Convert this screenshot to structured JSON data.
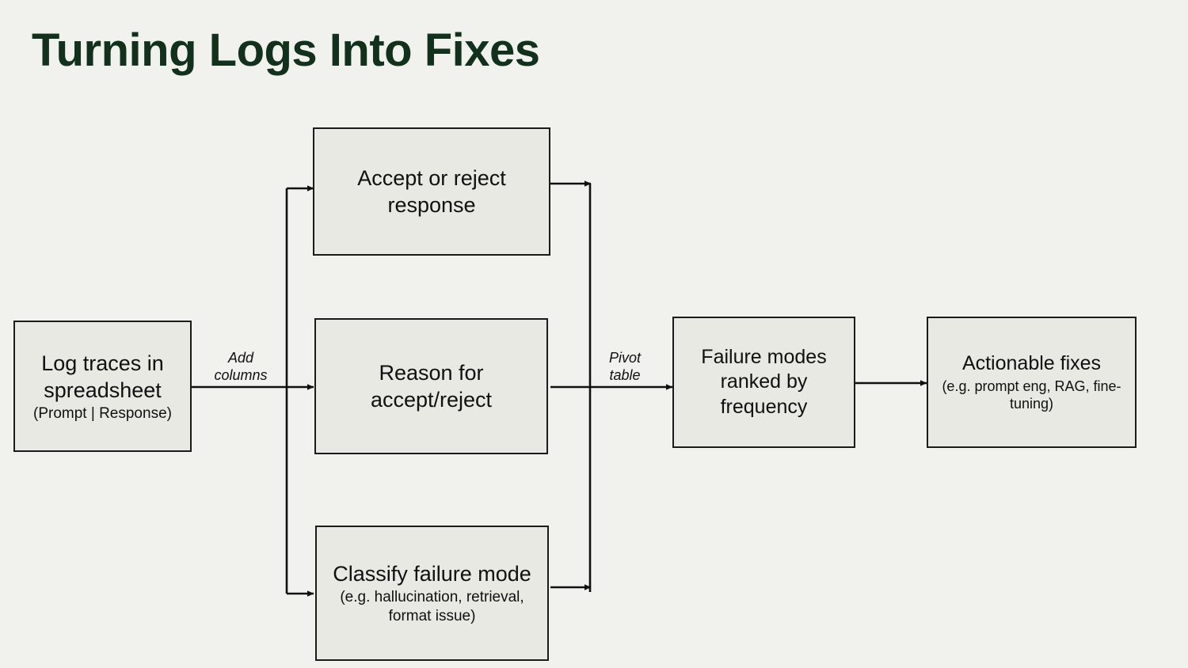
{
  "page": {
    "title": "Turning Logs Into Fixes",
    "background_color": "#f1f2ed",
    "title_color": "#12301c",
    "node_fill": "#e8e9e3",
    "node_stroke": "#1b1b1b"
  },
  "nodes": {
    "log_traces": {
      "main": "Log traces in spreadsheet",
      "sub": "(Prompt | Response)"
    },
    "accept_reject": {
      "main": "Accept or reject response",
      "sub": ""
    },
    "reason": {
      "main": "Reason for accept/reject",
      "sub": ""
    },
    "classify": {
      "main": "Classify failure mode",
      "sub": "(e.g. hallucination, retrieval, format issue)"
    },
    "failure_modes": {
      "main": "Failure modes ranked by frequency",
      "sub": ""
    },
    "actionable_fixes": {
      "main": "Actionable fixes",
      "sub": "(e.g. prompt eng, RAG, fine-tuning)"
    }
  },
  "edges": {
    "add_columns": "Add\ncolumns",
    "pivot_table": "Pivot\ntable"
  }
}
